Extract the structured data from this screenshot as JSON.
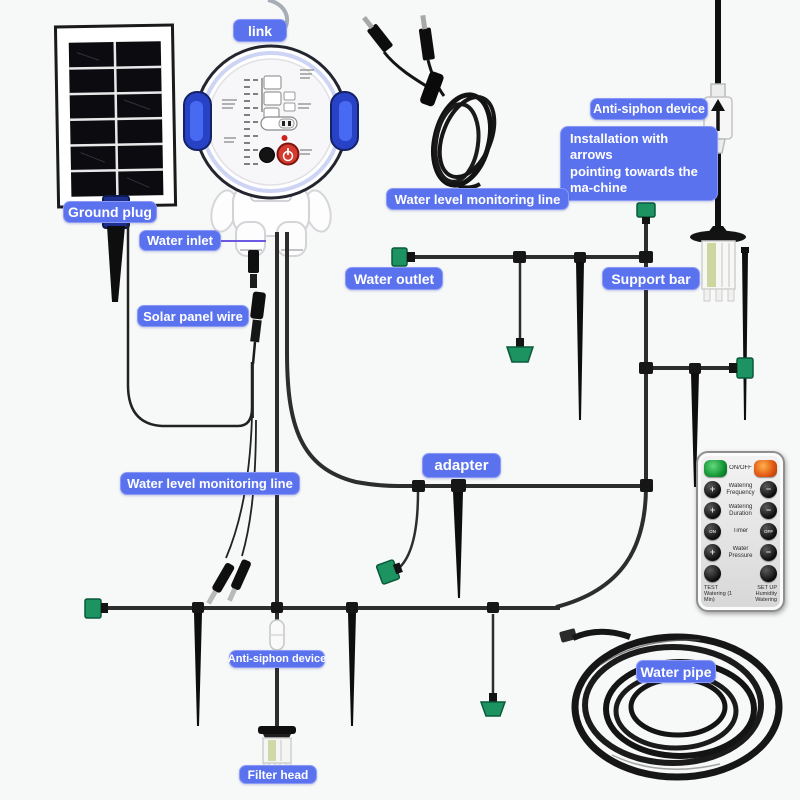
{
  "colors": {
    "label_bg": "#5b72ee",
    "label_border": "#8a99f6",
    "dripper_green": "#1d9362",
    "tube_dark": "#2d2d2d",
    "headphone_blue": "#2742c4",
    "power_button_red": "#d43a2e"
  },
  "labels": {
    "link": "link",
    "anti_siphon_top": "Anti-siphon device",
    "ground_plug": "Ground plug",
    "water_inlet": "Water inlet",
    "monitor_line_top": "Water level monitoring line",
    "water_outlet": "Water outlet",
    "support_bar": "Support bar",
    "solar_panel_wire": "Solar panel wire",
    "adapter": "adapter",
    "monitor_line_bottom": "Water level monitoring line",
    "anti_siphon_bottom": "Anti-siphon device",
    "water_pipe": "Water pipe",
    "filter_head": "Filter head"
  },
  "install_note": {
    "line1": "Installation with arrows",
    "line2": "pointing towards the",
    "line3": "ma-chine"
  },
  "remote": {
    "power_label": "ON/OFF",
    "rows": [
      {
        "left": "+",
        "l1": "Watering",
        "l2": "Frequency",
        "right": "−"
      },
      {
        "left": "+",
        "l1": "Watering",
        "l2": "Duration",
        "right": "−"
      },
      {
        "left": "ON",
        "l1": "Timer",
        "l2": "",
        "right": "OFF"
      },
      {
        "left": "+",
        "l1": "Water",
        "l2": "Pressure",
        "right": "−"
      }
    ],
    "bottom_left": "TEST Watering (1 Min)",
    "bottom_right": "SET UP Humidity Watering"
  }
}
